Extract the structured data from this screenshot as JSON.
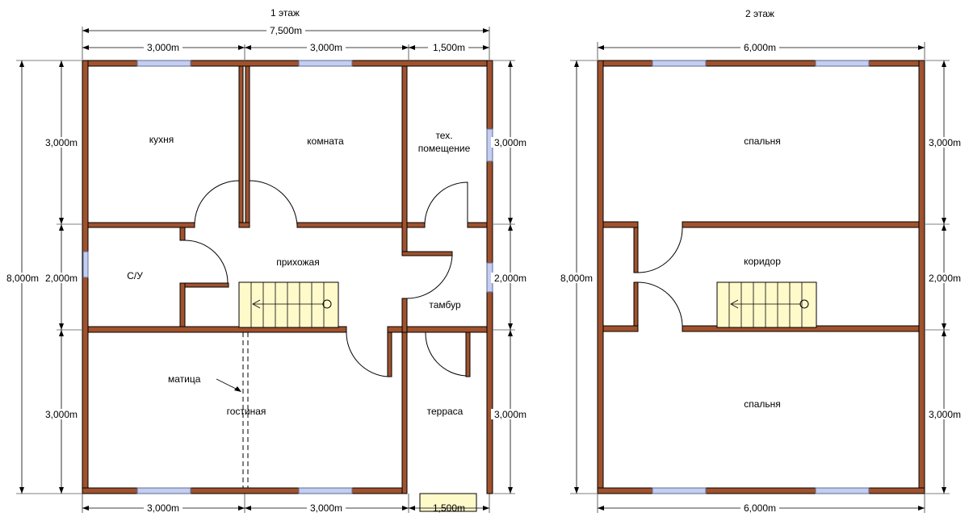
{
  "floors": [
    {
      "title": "1 этаж",
      "rooms": [
        "кухня",
        "комната",
        "тех.",
        "помещение",
        "С/У",
        "прихожая",
        "тамбур",
        "гостиная",
        "терраса"
      ],
      "annotation": "матица",
      "dims": {
        "total_width": "7,500m",
        "top": [
          "3,000m",
          "3,000m",
          "1,500m"
        ],
        "bottom": [
          "3,000m",
          "3,000m",
          "1,500m"
        ],
        "left": [
          "3,000m",
          "2,000m",
          "3,000m"
        ],
        "right": [
          "3,000m",
          "2,000m",
          "3,000m"
        ],
        "total_height": "8,000m"
      }
    },
    {
      "title": "2 этаж",
      "rooms": [
        "спальня",
        "коридор",
        "спальня"
      ],
      "dims": {
        "top": "6,000m",
        "bottom": "6,000m",
        "right": [
          "3,000m",
          "2,000m",
          "3,000m"
        ],
        "total_height": "8,000m"
      }
    }
  ],
  "colors": {
    "wall": "#a0522d",
    "window": "#c5cdf0",
    "stair": "#fffaca"
  }
}
